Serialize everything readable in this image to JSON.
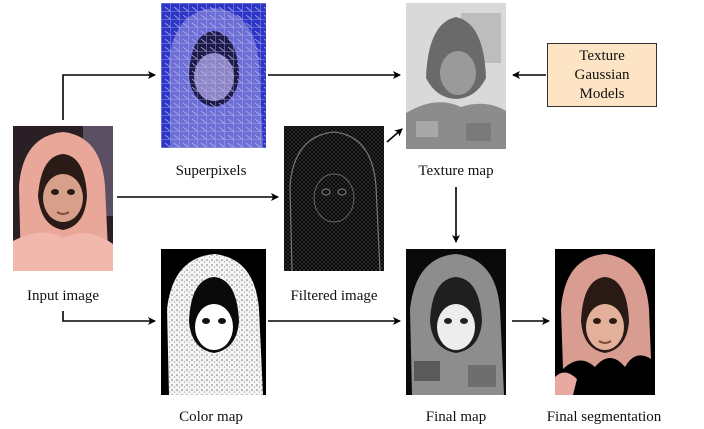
{
  "labels": {
    "input": "Input image",
    "superpixels": "Superpixels",
    "filtered": "Filtered image",
    "texture_map": "Texture map",
    "color_map": "Color map",
    "final_map": "Final map",
    "final_segmentation": "Final segmentation"
  },
  "model_box": {
    "line1": "Texture",
    "line2": "Gaussian",
    "line3": "Models"
  },
  "colors": {
    "box_fill": "#fde4c4",
    "superpixel_blue": "#2c35c8",
    "arrow": "#000000"
  }
}
